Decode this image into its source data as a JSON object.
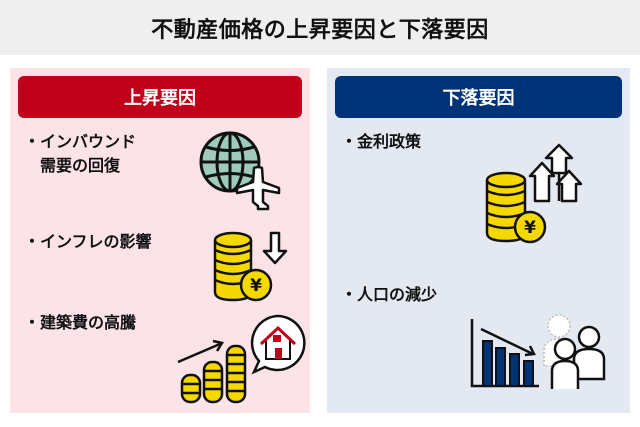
{
  "title": "不動産価格の上昇要因と下落要因",
  "colors": {
    "title_bg": "#efefef",
    "rise_panel_bg": "#fbe3e8",
    "rise_header_bg": "#c0001a",
    "fall_panel_bg": "#e4e9f1",
    "fall_header_bg": "#003278",
    "coin_yellow": "#f5d800",
    "globe_green": "#9ecbbb"
  },
  "rise": {
    "header": "上昇要因",
    "items": [
      {
        "bullet": "・",
        "line1": "インバウンド",
        "line2": "需要の回復",
        "icon": "globe-airplane-icon"
      },
      {
        "bullet": "・",
        "line1": "インフレの影響",
        "icon": "coins-yen-down-arrow-icon"
      },
      {
        "bullet": "・",
        "line1": "建築費の高騰",
        "icon": "rising-coins-house-icon"
      }
    ]
  },
  "fall": {
    "header": "下落要因",
    "items": [
      {
        "bullet": "・",
        "line1": "金利政策",
        "icon": "coins-yen-up-arrows-icon"
      },
      {
        "bullet": "・",
        "line1": "人口の減少",
        "icon": "declining-bar-chart-people-icon"
      }
    ]
  }
}
